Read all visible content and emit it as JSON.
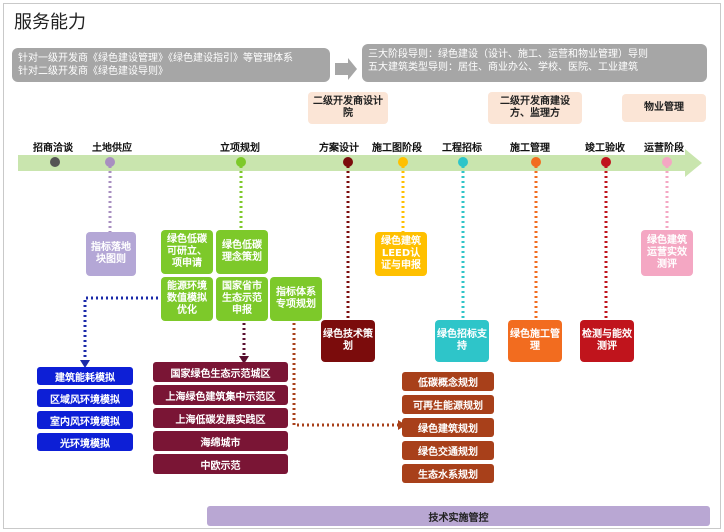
{
  "title": "服务能力",
  "guides_left": [
    "针对一级开发商《绿色建设管理》《绿色建设指引》等管理体系",
    "针对二级开发商《绿色建设导则》"
  ],
  "guides_right": [
    "三大阶段导则：绿色建设（设计、施工、运营和物业管理）导则",
    "五大建筑类型导则：居住、商业办公、学校、医院、工业建筑"
  ],
  "roles": {
    "design": "二级开发商设计院",
    "construction": "二级开发商建设方、监理方",
    "property": "物业管理"
  },
  "stages": [
    "招商洽谈",
    "土地供应",
    "立项规划",
    "方案设计",
    "施工图阶段",
    "工程招标",
    "施工管理",
    "竣工验收",
    "运营阶段"
  ],
  "nodes": {
    "land_index": "指标落地块图则",
    "green_low_carbon_research": "绿色低碳可研立、项申请",
    "green_low_carbon_concept": "绿色低碳理念策划",
    "energy_env": "能源环境数值模拟优化",
    "national_provincial": "国家省市生态示范申报",
    "index_system": "指标体系专项规划",
    "green_tech": "绿色技术策划",
    "leed": "绿色建筑LEED认证与申报",
    "green_tender": "绿色招标支持",
    "green_construction": "绿色施工管理",
    "testing": "检测与能效测评",
    "operation_eval": "绿色建筑运营实效测评"
  },
  "simulations": [
    "建筑能耗模拟",
    "区域风环境模拟",
    "室内风环境模拟",
    "光环境模拟"
  ],
  "demonstrations": [
    "国家绿色生态示范城区",
    "上海绿色建筑集中示范区",
    "上海低碳发展实践区",
    "海绵城市",
    "中欧示范"
  ],
  "plans": [
    "低碳概念规划",
    "可再生能源规划",
    "绿色建筑规划",
    "绿色交通规划",
    "生态水系规划"
  ],
  "bottom_bar": "技术实施管控"
}
